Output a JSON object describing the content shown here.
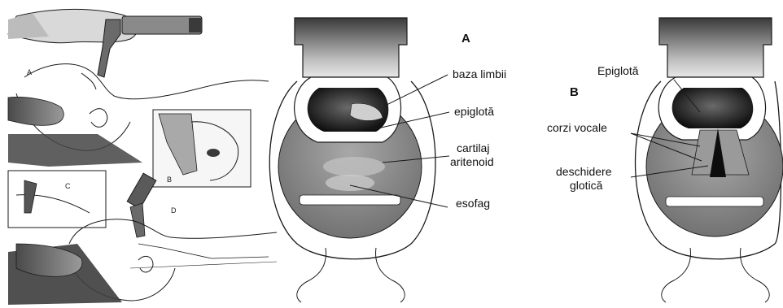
{
  "left_panel": {
    "letters": [
      "A",
      "B",
      "C",
      "D"
    ]
  },
  "middle_panel": {
    "marker": "A",
    "labels": {
      "tongue_base": "baza limbii",
      "epiglottis": "epiglotă",
      "arytenoid_1": "cartilaj",
      "arytenoid_2": "aritenoid",
      "esophagus": "esofag"
    }
  },
  "right_panel": {
    "marker": "B",
    "labels": {
      "epiglottis": "Epiglotă",
      "vocal_cords": "corzi vocale",
      "glottic_1": "deschidere",
      "glottic_2": "glotică"
    }
  },
  "colors": {
    "line": "#1a1a1a",
    "dark": "#2a2a2a",
    "mid_gray": "#7a7a7a",
    "light_gray": "#b8b8b8"
  }
}
